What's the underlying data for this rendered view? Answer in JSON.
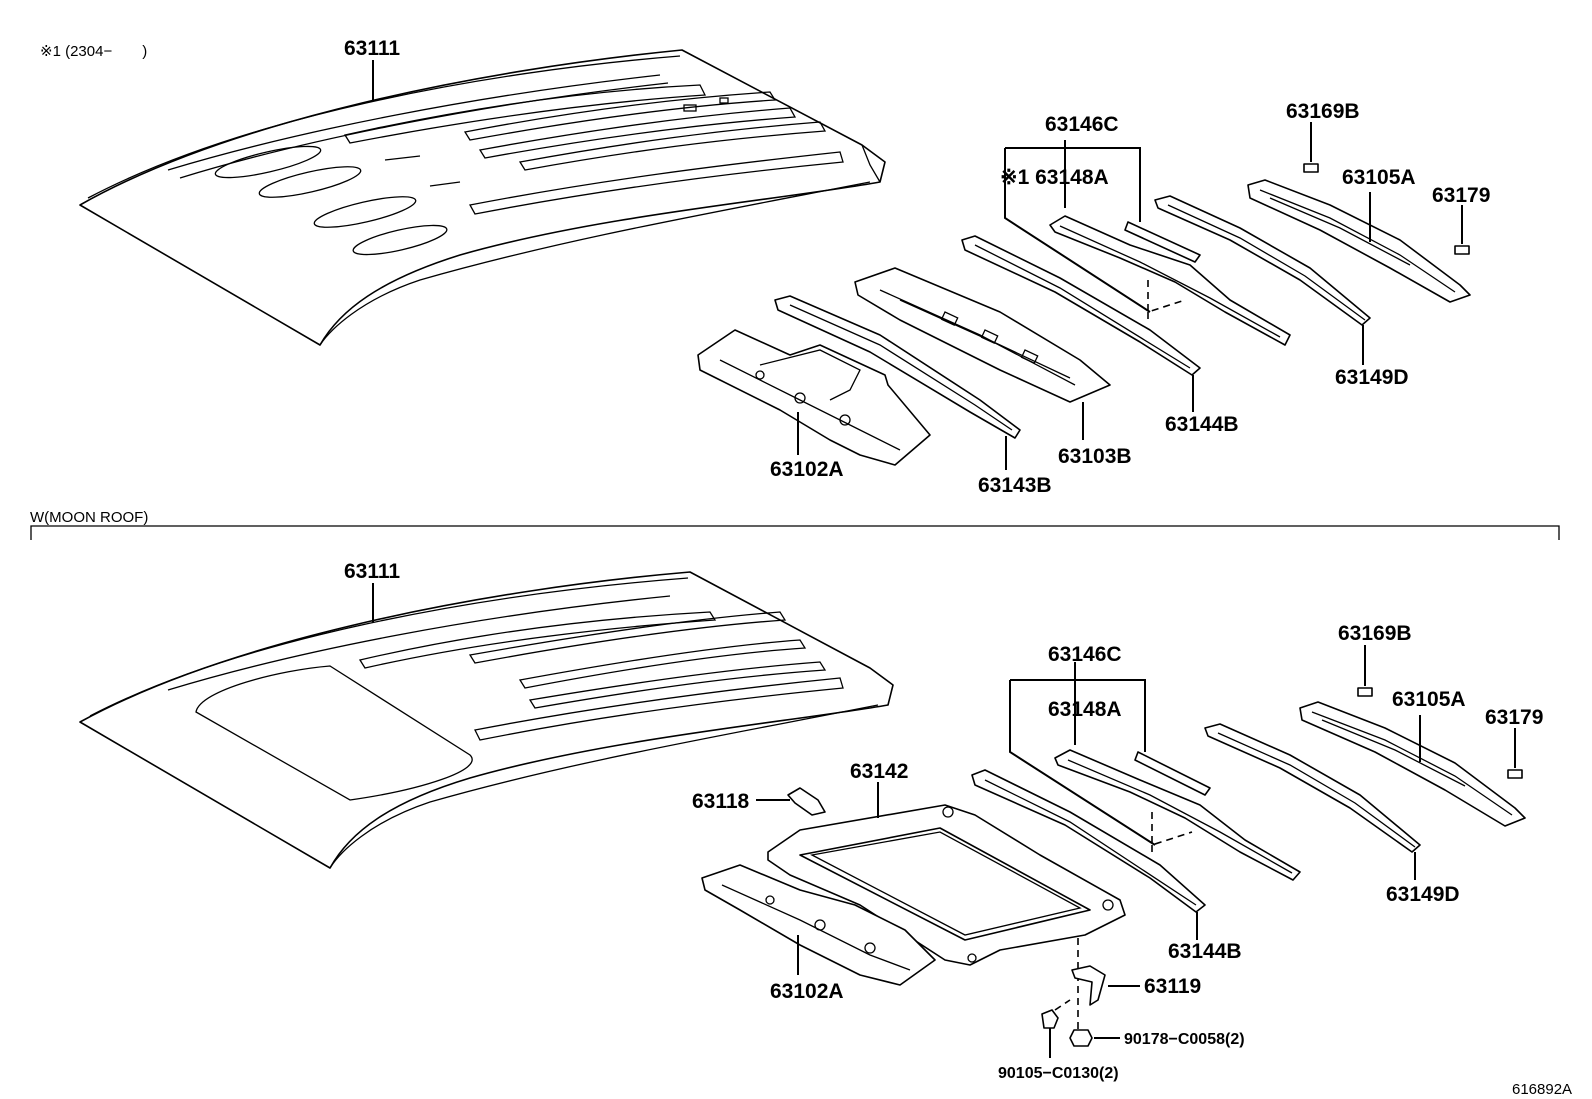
{
  "header": {
    "note_marker": "※1 (2304−　　)"
  },
  "section_label": "W(MOON ROOF)",
  "doc_code": "616892A",
  "top_group": {
    "roof_panel": "63111",
    "parts": {
      "p63146c": "63146C",
      "p63148a": "※1 63148A",
      "p63169b": "63169B",
      "p63105a": "63105A",
      "p63179": "63179",
      "p63149d": "63149D",
      "p63144b": "63144B",
      "p63103b": "63103B",
      "p63102a": "63102A",
      "p63143b": "63143B"
    }
  },
  "bottom_group": {
    "roof_panel": "63111",
    "parts": {
      "p63146c": "63146C",
      "p63148a": "63148A",
      "p63169b": "63169B",
      "p63105a": "63105A",
      "p63179": "63179",
      "p63149d": "63149D",
      "p63144b": "63144B",
      "p63142": "63142",
      "p63118": "63118",
      "p63102a": "63102A",
      "p63119": "63119",
      "f90178": "90178−C0058(2)",
      "f90105": "90105−C0130(2)"
    }
  }
}
